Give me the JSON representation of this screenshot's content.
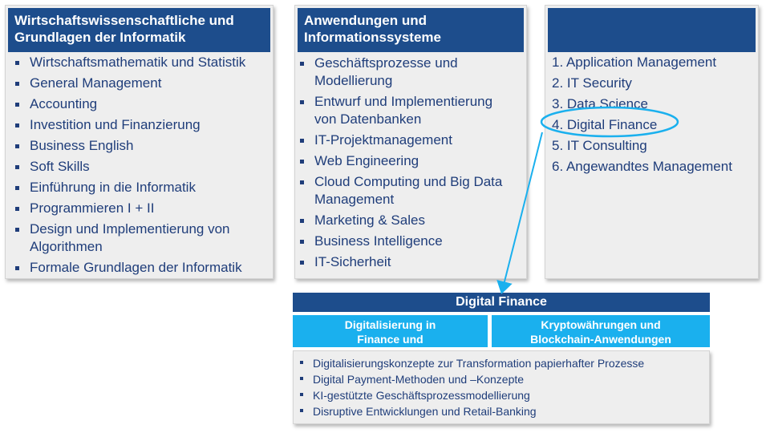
{
  "panel1": {
    "title": "Wirtschaftswissenschaftliche und Grundlagen der Informatik",
    "items": [
      "Wirtschaftsmathematik und Statistik",
      "General Management",
      "Accounting",
      "Investition und Finanzierung",
      "Business English",
      "Soft Skills",
      "Einführung in die Informatik",
      "Programmieren I + II",
      "Design und Implementierung von Algorithmen",
      "Formale Grundlagen der Informatik"
    ]
  },
  "panel2": {
    "title": "Anwendungen und Informationssysteme",
    "items": [
      "Geschäftsprozesse und Modellierung",
      "Entwurf und Implementierung von Datenbanken",
      "IT-Projektmanagement",
      "Web Engineering",
      "Cloud Computing und Big Data Management",
      "Marketing & Sales",
      "Business Intelligence",
      "IT-Sicherheit"
    ]
  },
  "panel3": {
    "title": "",
    "items": [
      "1. Application Management",
      "2. IT Security",
      "3. Data Science",
      "4. Digital Finance",
      "5. IT Consulting",
      "6. Angewandtes Management"
    ]
  },
  "digital_finance": {
    "title": "Digital Finance",
    "sub_left": "Digitalisierung in Finance und Banking",
    "sub_right": "Kryptowährungen und Blockchain-Anwendungen",
    "items": [
      "Digitalisierungskonzepte zur Transformation papierhafter Prozesse",
      "Digital Payment-Methoden und –Konzepte",
      "KI-gestützte Geschäftsprozessmodellierung",
      "Disruptive Entwicklungen und Retail-Banking"
    ]
  },
  "colors": {
    "header_blue": "#1d4d8c",
    "highlight_cyan": "#1ab0ee",
    "text_navy": "#1f3d7a"
  }
}
